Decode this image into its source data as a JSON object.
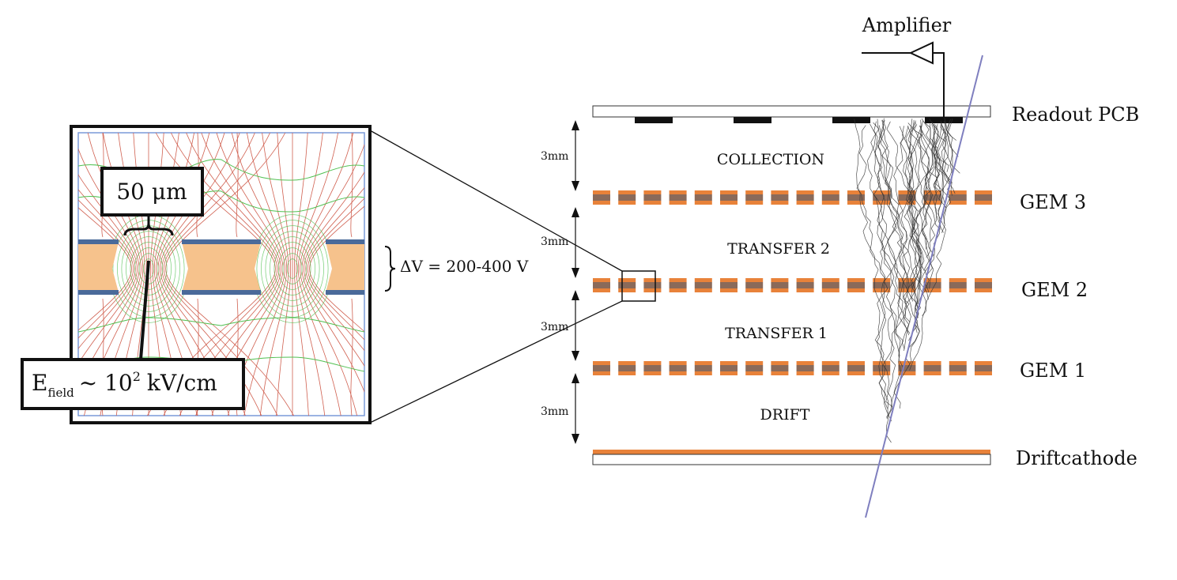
{
  "inset": {
    "pitch_label": "50 μm",
    "field_label_main": "E",
    "field_label_sub": "field",
    "field_label_rest": "~ 10",
    "field_label_sup": "2",
    "field_label_unit": "kV/cm",
    "voltage_label": "ΔV = 200-400 V"
  },
  "detector": {
    "amplifier_label": "Amplifier",
    "readout_label": "Readout PCB",
    "gem3_label": "GEM 3",
    "gem2_label": "GEM 2",
    "gem1_label": "GEM 1",
    "cathode_label": "Driftcathode",
    "gaps": {
      "collection": "COLLECTION",
      "transfer2": "TRANSFER 2",
      "transfer1": "TRANSFER 1",
      "drift": "DRIFT"
    },
    "gap_sizes": [
      "3mm",
      "3mm",
      "3mm",
      "3mm"
    ]
  },
  "colors": {
    "copper": "#e8823a",
    "kapton": "#8a6a5a",
    "foil_fill": "#f6c28c",
    "foil_edge": "#4a6a9a",
    "track": "#7f7fbf",
    "field_line": "#d06050",
    "equipotential": "#50c050"
  }
}
